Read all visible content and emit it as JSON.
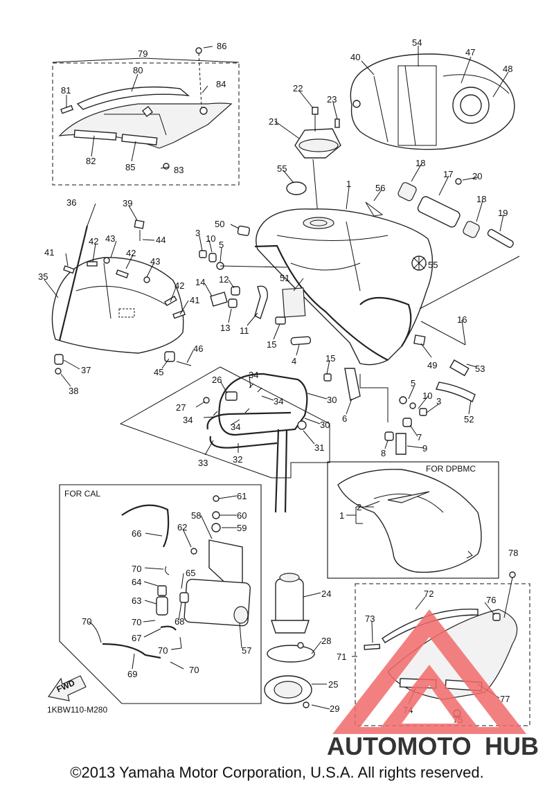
{
  "labels": {
    "box_cal": "FOR CAL",
    "box_dpbmc": "FOR DPBMC",
    "fwd": "FWD",
    "diagram_code": "1KBW110-M280",
    "copyright": "©2013 Yamaha Motor Corporation, U.S.A. All rights reserved.",
    "watermark_a": "AUTOMOTO",
    "watermark_b": "HUB"
  },
  "callouts": {
    "c1": "1",
    "c1b": "1",
    "c2": "2",
    "c3a": "3",
    "c3b": "3",
    "c4": "4",
    "c5a": "5",
    "c5b": "5",
    "c6": "6",
    "c7": "7",
    "c8": "8",
    "c9": "9",
    "c10a": "10",
    "c10b": "10",
    "c11": "11",
    "c12": "12",
    "c13": "13",
    "c14": "14",
    "c15a": "15",
    "c15b": "15",
    "c16": "16",
    "c17": "17",
    "c18a": "18",
    "c18b": "18",
    "c19": "19",
    "c20": "20",
    "c21": "21",
    "c22": "22",
    "c23": "23",
    "c24": "24",
    "c25": "25",
    "c26": "26",
    "c27": "27",
    "c28": "28",
    "c29": "29",
    "c30a": "30",
    "c30b": "30",
    "c31": "31",
    "c32": "32",
    "c33": "33",
    "c34a": "34",
    "c34b": "34",
    "c34c": "34",
    "c34d": "34",
    "c35": "35",
    "c36": "36",
    "c37": "37",
    "c38": "38",
    "c39": "39",
    "c40": "40",
    "c41a": "41",
    "c41b": "41",
    "c42a": "42",
    "c42b": "42",
    "c42c": "42",
    "c43a": "43",
    "c43b": "43",
    "c44": "44",
    "c45": "45",
    "c46": "46",
    "c47": "47",
    "c48": "48",
    "c49": "49",
    "c50": "50",
    "c51": "51",
    "c52": "52",
    "c53": "53",
    "c54": "54",
    "c55a": "55",
    "c55b": "55",
    "c56": "56",
    "c57": "57",
    "c58": "58",
    "c59": "59",
    "c60": "60",
    "c61": "61",
    "c62": "62",
    "c63": "63",
    "c64": "64",
    "c65": "65",
    "c66": "66",
    "c67": "67",
    "c68": "68",
    "c69": "69",
    "c70a": "70",
    "c70b": "70",
    "c70c": "70",
    "c70d": "70",
    "c70e": "70",
    "c71": "71",
    "c72": "72",
    "c73": "73",
    "c74": "74",
    "c75": "75",
    "c76": "76",
    "c77": "77",
    "c78": "78",
    "c79": "79",
    "c80": "80",
    "c81": "81",
    "c82": "82",
    "c83": "83",
    "c84": "84",
    "c85": "85",
    "c86": "86"
  },
  "colors": {
    "watermark_red": "#f26b6b",
    "watermark_orange": "#f6a25a",
    "watermark_grey": "#777777"
  }
}
